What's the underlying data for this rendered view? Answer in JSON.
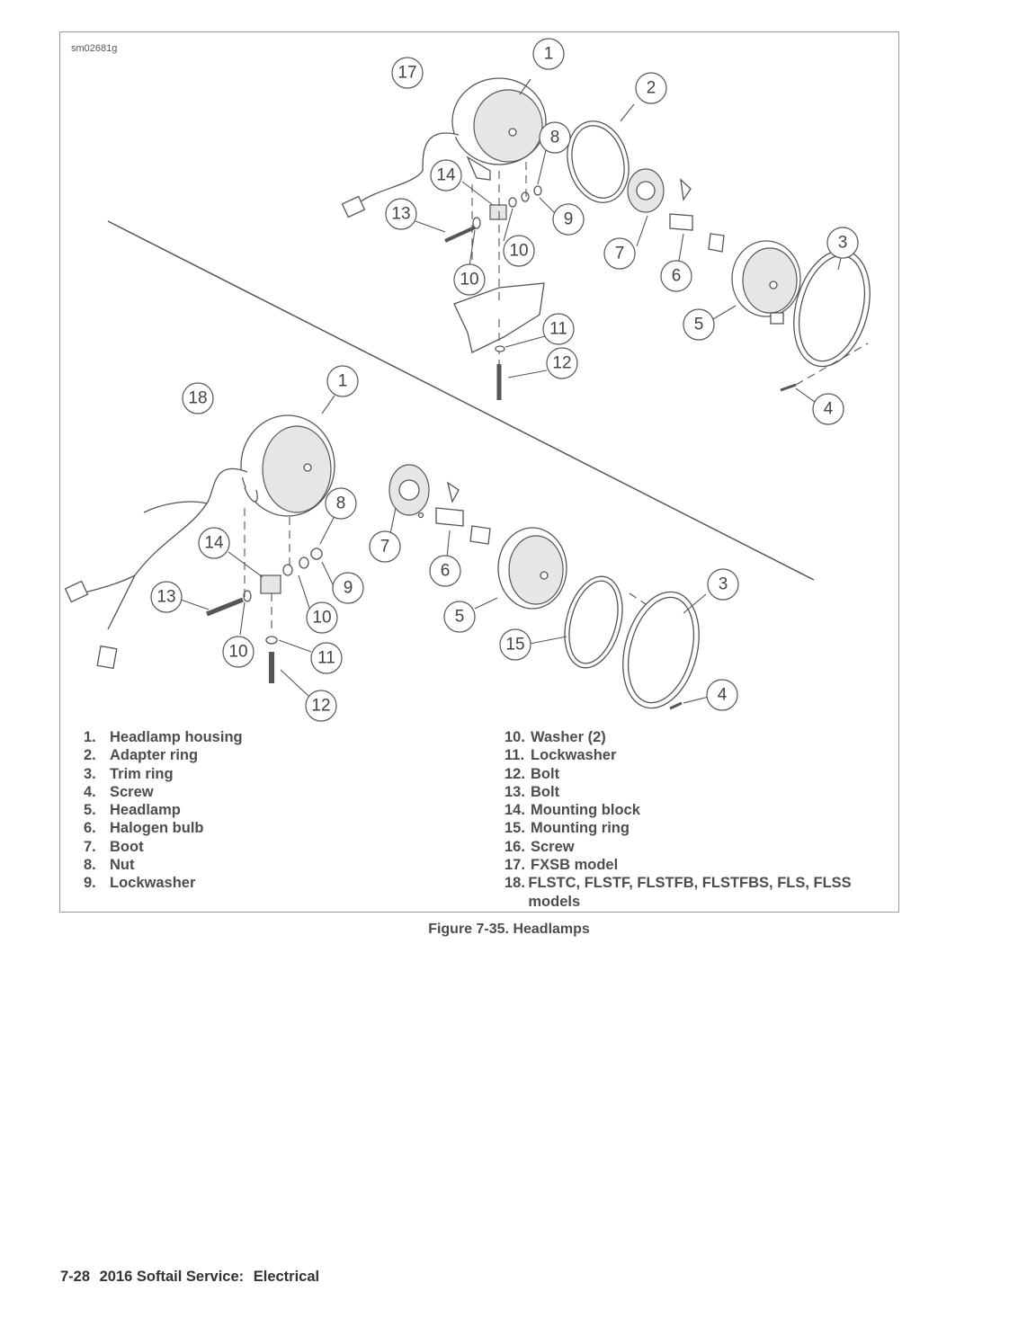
{
  "figure_id": "sm02681g",
  "callouts_upper": [
    "17",
    "1",
    "2",
    "8",
    "14",
    "13",
    "9",
    "10",
    "10",
    "7",
    "6",
    "3",
    "5",
    "11",
    "12",
    "4"
  ],
  "callouts_lower": [
    "18",
    "1",
    "8",
    "14",
    "7",
    "6",
    "13",
    "9",
    "10",
    "3",
    "5",
    "15",
    "10",
    "11",
    "4",
    "12"
  ],
  "legend_left": [
    {
      "num": "1.",
      "label": "Headlamp housing"
    },
    {
      "num": "2.",
      "label": "Adapter ring"
    },
    {
      "num": "3.",
      "label": "Trim ring"
    },
    {
      "num": "4.",
      "label": "Screw"
    },
    {
      "num": "5.",
      "label": "Headlamp"
    },
    {
      "num": "6.",
      "label": "Halogen bulb"
    },
    {
      "num": "7.",
      "label": "Boot"
    },
    {
      "num": "8.",
      "label": "Nut"
    },
    {
      "num": "9.",
      "label": "Lockwasher"
    }
  ],
  "legend_right": [
    {
      "num": "10.",
      "label": "Washer (2)"
    },
    {
      "num": "11.",
      "label": "Lockwasher"
    },
    {
      "num": "12.",
      "label": "Bolt"
    },
    {
      "num": "13.",
      "label": "Bolt"
    },
    {
      "num": "14.",
      "label": "Mounting block"
    },
    {
      "num": "15.",
      "label": "Mounting ring"
    },
    {
      "num": "16.",
      "label": "Screw"
    },
    {
      "num": "17.",
      "label": "FXSB model"
    },
    {
      "num": "18.",
      "label": "FLSTC, FLSTF, FLSTFB, FLSTFBS, FLS, FLSS models"
    }
  ],
  "caption": "Figure 7-35. Headlamps",
  "footer": {
    "page": "7-28",
    "title": "2016 Softail Service:",
    "section": "Electrical"
  }
}
